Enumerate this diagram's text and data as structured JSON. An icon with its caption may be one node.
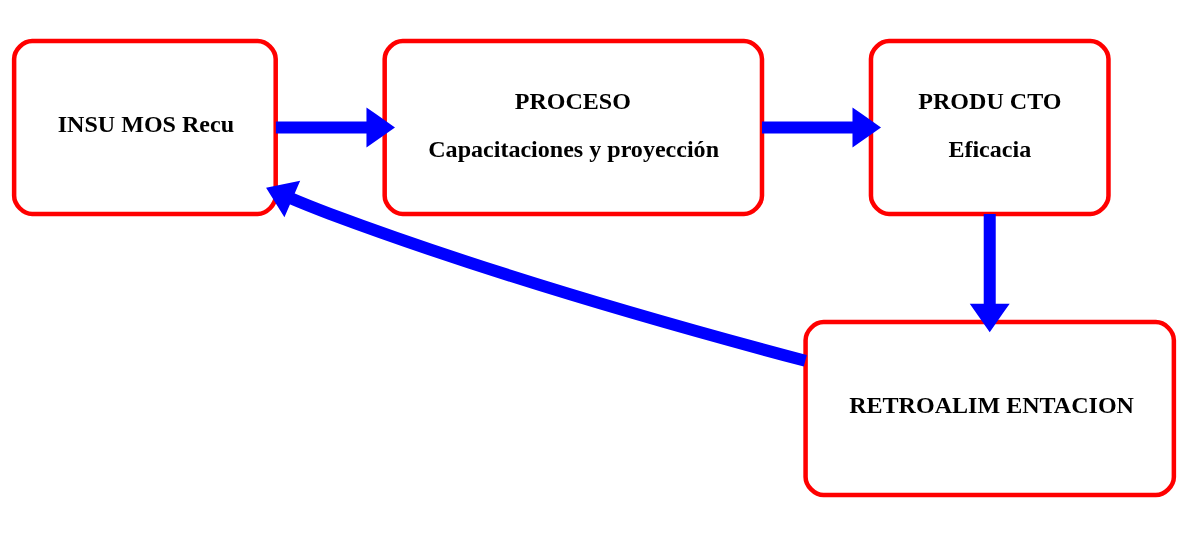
{
  "diagram": {
    "nodes": [
      {
        "text": [
          "INSU MOS Recu"
        ]
      },
      {
        "text": [
          "PROCESO",
          "Capacitaciones y proyección"
        ]
      },
      {
        "text": [
          "PRODU CTO",
          "Eficacia"
        ]
      },
      {
        "text": [
          "RETROALIM ENTACION"
        ]
      }
    ],
    "edges": [
      {
        "from": 0,
        "to": 1,
        "arrow": "to"
      },
      {
        "from": 1,
        "to": 2,
        "arrow": "to"
      },
      {
        "from": 2,
        "to": 3,
        "arrow": "to"
      },
      {
        "from": 3,
        "to": 0,
        "arrow": "to"
      }
    ]
  }
}
